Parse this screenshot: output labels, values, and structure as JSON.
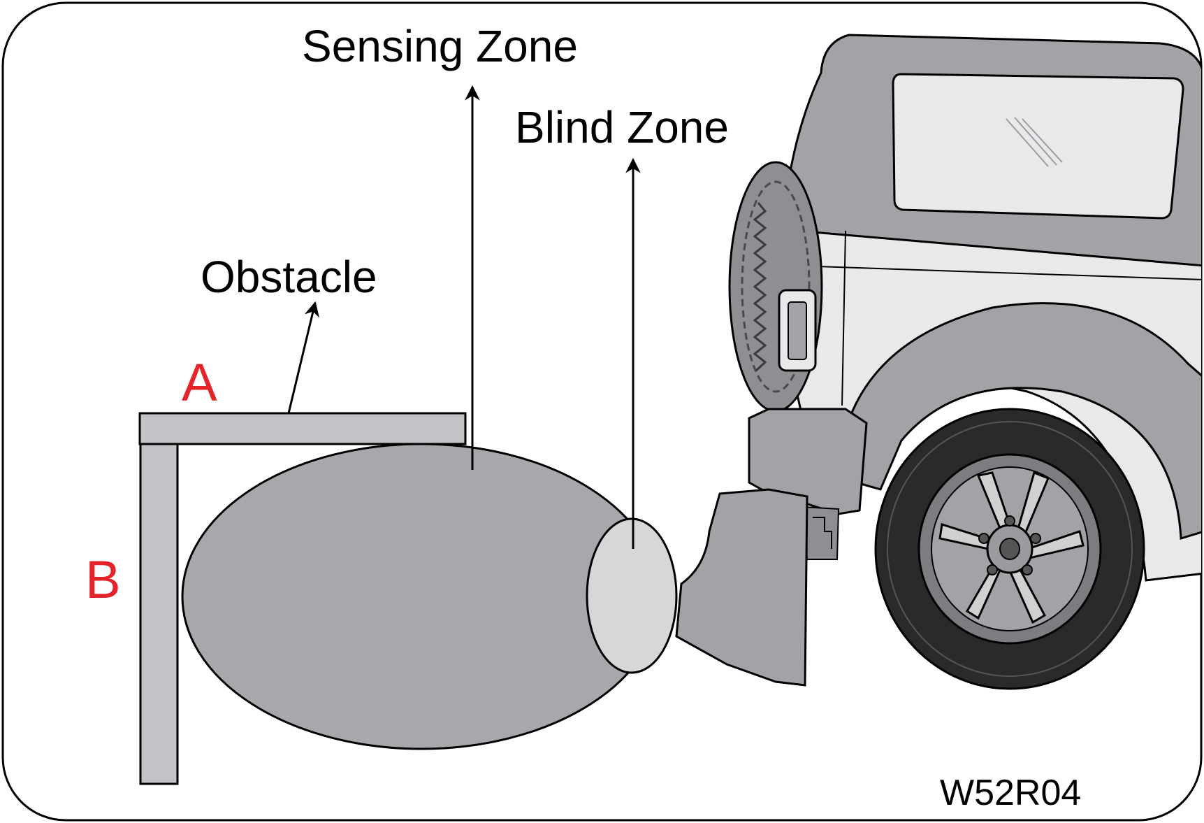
{
  "labels": {
    "sensing_zone": "Sensing Zone",
    "blind_zone": "Blind Zone",
    "obstacle": "Obstacle",
    "dimension_a": "A",
    "dimension_b": "B",
    "figure_code": "W52R04"
  },
  "colors": {
    "frame_stroke": "#000000",
    "sensing_zone_fill": "#a7a8ab",
    "blind_zone_fill": "#d6d7d9",
    "obstacle_fill": "#c2c3c6",
    "vehicle_body": "#e8e9ea",
    "vehicle_dark": "#9a9b9e",
    "tire": "#2a2a2a",
    "letter_red": "#e4232a",
    "text": "#000000"
  },
  "icons": {
    "vehicle": "suv-rear-quarter-icon",
    "spare_tire": "spare-tire-icon",
    "rear_wheel": "wheel-icon"
  }
}
